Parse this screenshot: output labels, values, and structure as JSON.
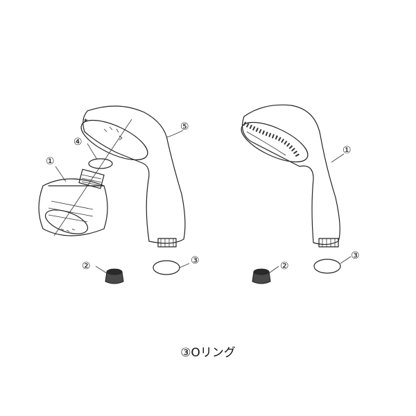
{
  "callouts": {
    "left_body": "⑤",
    "left_ring4": "④",
    "left_head": "①",
    "left_filter": "②",
    "left_oring": "③",
    "right_head": "①",
    "right_filter": "②",
    "right_oring": "③"
  },
  "caption": "③Oリング",
  "colors": {
    "line": "#222222",
    "filter_fill": "#4a4a4a",
    "background": "#ffffff"
  }
}
